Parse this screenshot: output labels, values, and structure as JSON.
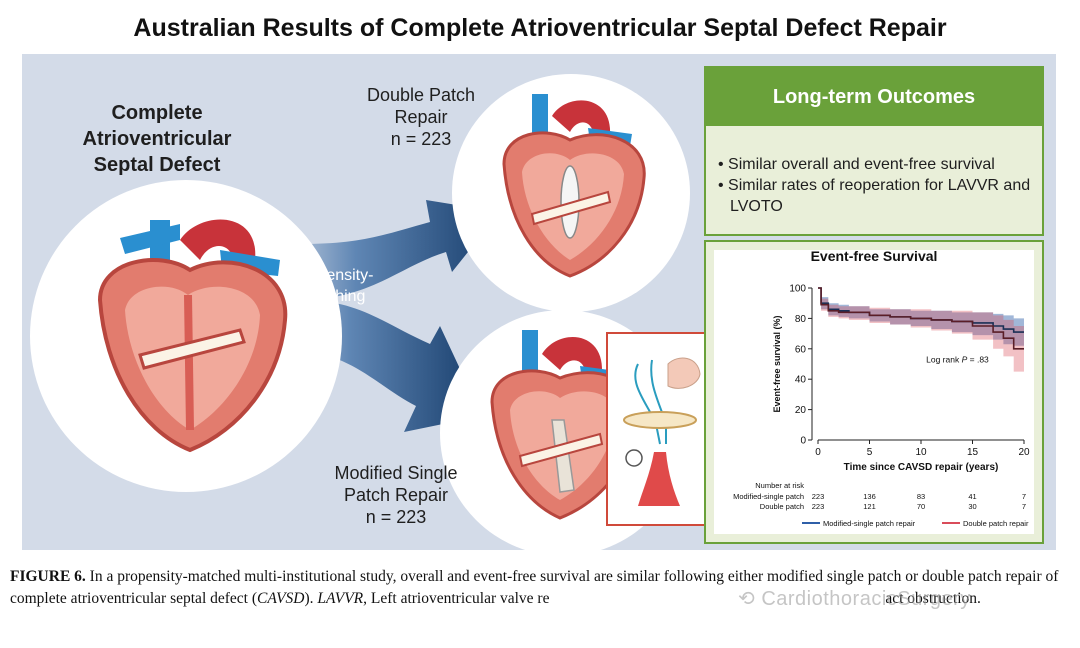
{
  "title": "Australian Results of Complete Atrioventricular Septal Defect Repair",
  "left_label": [
    "Complete",
    "Atrioventricular",
    "Septal Defect"
  ],
  "double_patch": {
    "lines": [
      "Double Patch",
      "Repair",
      "n = 223"
    ]
  },
  "modified_single_patch": {
    "lines": [
      "Modified Single",
      "Patch Repair",
      "n = 223"
    ]
  },
  "arrow_label": [
    "Propensity-",
    "matching"
  ],
  "outcomes": {
    "header": "Long-term Outcomes",
    "bullets": [
      "Similar overall and event-free survival",
      "Similar rates of reoperation for LAVVR and LVOTO"
    ]
  },
  "colors": {
    "panel_bg": "#d3dbe8",
    "green": "#6aa13a",
    "arrow_blue": "#1e4a7a",
    "series_blue": "#2f5fa8",
    "series_red": "#d94c5a"
  },
  "chart_data": {
    "type": "line",
    "title": "Event-free Survival",
    "xlabel": "Time since CAVSD repair (years)",
    "ylabel": "Event-free survival (%)",
    "xlim": [
      0,
      20
    ],
    "ylim": [
      0,
      100
    ],
    "xticks": [
      0,
      5,
      10,
      15,
      20
    ],
    "yticks": [
      0,
      20,
      40,
      60,
      80,
      100
    ],
    "annotation": "Log rank P = .83",
    "annotation_parts": {
      "prefix": "Log rank ",
      "p": "P",
      "suffix": " = .83"
    },
    "series": [
      {
        "name": "Modified-single patch repair",
        "color": "#2f5fa8",
        "x": [
          0,
          0.3,
          1,
          2,
          3,
          5,
          7,
          9,
          11,
          13,
          15,
          17,
          18,
          19,
          20
        ],
        "y": [
          100,
          90,
          86,
          85,
          84,
          82,
          81,
          80,
          79,
          78,
          77,
          75,
          73,
          71,
          71
        ],
        "ci_lower": [
          100,
          86,
          82,
          81,
          80,
          78,
          76,
          75,
          73,
          71,
          69,
          66,
          63,
          62,
          62
        ],
        "ci_upper": [
          100,
          94,
          90,
          89,
          88,
          86,
          86,
          85,
          85,
          84,
          84,
          83,
          82,
          80,
          80
        ]
      },
      {
        "name": "Double patch repair",
        "color": "#d94c5a",
        "x": [
          0,
          0.3,
          1,
          2,
          3,
          5,
          7,
          9,
          11,
          13,
          15,
          17,
          18,
          19,
          20
        ],
        "y": [
          100,
          89,
          85,
          84,
          84,
          82,
          81,
          80,
          79,
          78,
          75,
          71,
          67,
          60,
          60
        ],
        "ci_lower": [
          100,
          85,
          81,
          80,
          79,
          77,
          76,
          74,
          72,
          70,
          66,
          60,
          55,
          45,
          38
        ],
        "ci_upper": [
          100,
          93,
          89,
          88,
          88,
          87,
          86,
          86,
          85,
          85,
          84,
          82,
          79,
          75,
          75
        ]
      }
    ],
    "risk_table": {
      "title": "Number at risk",
      "rows": [
        {
          "label": "Modified-single patch",
          "values": [
            "223",
            "136",
            "83",
            "41",
            "7"
          ]
        },
        {
          "label": "Double patch",
          "values": [
            "223",
            "121",
            "70",
            "30",
            "7"
          ]
        }
      ]
    }
  },
  "caption": {
    "figure_label": "FIGURE 6.",
    "text1": "In a propensity-matched multi-institutional study, overall and event-free survival are similar following either modified single patch or double patch repair of complete atrioventricular septal defect (",
    "abbr1": "CAVSD",
    "text2": "). ",
    "abbr2": "LAVVR",
    "text3": ", Left atrioventricular valve re",
    "text4": "act obstruction."
  },
  "watermark": "CardiothoracicSurgery"
}
